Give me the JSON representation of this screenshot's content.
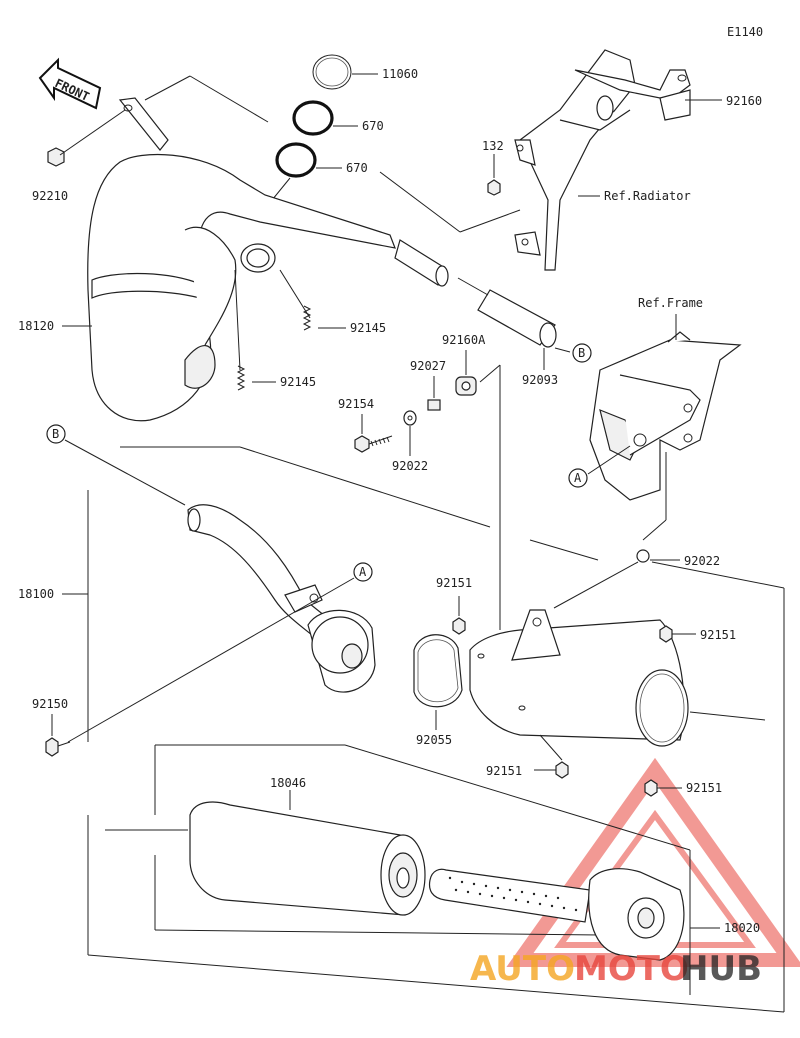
{
  "diagram_code": "E1140",
  "front_label": "FRONT",
  "callouts": {
    "p11060": "11060",
    "p670a": "670",
    "p670b": "670",
    "p92210": "92210",
    "p18120": "18120",
    "p92145a": "92145",
    "p92145b": "92145",
    "p92093": "92093",
    "p132": "132",
    "p92160": "92160",
    "ref_radiator": "Ref.Radiator",
    "ref_frame": "Ref.Frame",
    "p92160A": "92160A",
    "p92027": "92027",
    "p92154": "92154",
    "p92022a": "92022",
    "p92022b": "92022",
    "p18100": "18100",
    "p92150": "92150",
    "p92151a": "92151",
    "p92151b": "92151",
    "p92151c": "92151",
    "p92151d": "92151",
    "p92055": "92055",
    "p18046": "18046",
    "p18020": "18020"
  },
  "markers": {
    "b1": "B",
    "b2": "B",
    "a1": "A",
    "a2": "A"
  },
  "watermark": {
    "part1": "AUTO",
    "part2": "MOTO",
    "part3": "HUB",
    "color_red": "#e8473e",
    "color_orange": "#f5a623",
    "color_dark": "#222222"
  }
}
